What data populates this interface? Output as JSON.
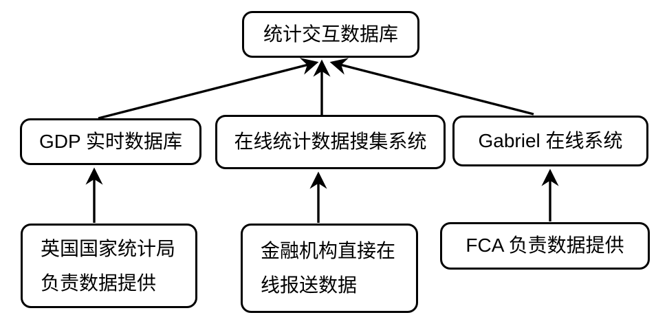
{
  "diagram": {
    "background_color": "#ffffff",
    "line_color": "#000000",
    "text_color": "#000000",
    "nodes": {
      "top": {
        "label": "统计交互数据库"
      },
      "mid_left": {
        "label": "GDP 实时数据库"
      },
      "mid_center": {
        "label": "在线统计数据搜集系统"
      },
      "mid_right": {
        "label": "Gabriel 在线系统"
      },
      "bottom_left": {
        "lines": [
          "英国国家统计局",
          "负责数据提供"
        ]
      },
      "bottom_center": {
        "lines": [
          "金融机构直接在",
          "线报送数据"
        ]
      },
      "bottom_right": {
        "label": "FCA 负责数据提供"
      }
    },
    "edges": [
      {
        "from": "GDP 实时数据库",
        "to": "统计交互数据库"
      },
      {
        "from": "在线统计数据搜集系统",
        "to": "统计交互数据库"
      },
      {
        "from": "Gabriel 在线系统",
        "to": "统计交互数据库"
      },
      {
        "from": "英国国家统计局负责数据提供",
        "to": "GDP 实时数据库"
      },
      {
        "from": "金融机构直接在线报送数据",
        "to": "在线统计数据搜集系统"
      },
      {
        "from": "FCA 负责数据提供",
        "to": "Gabriel 在线系统"
      }
    ]
  }
}
